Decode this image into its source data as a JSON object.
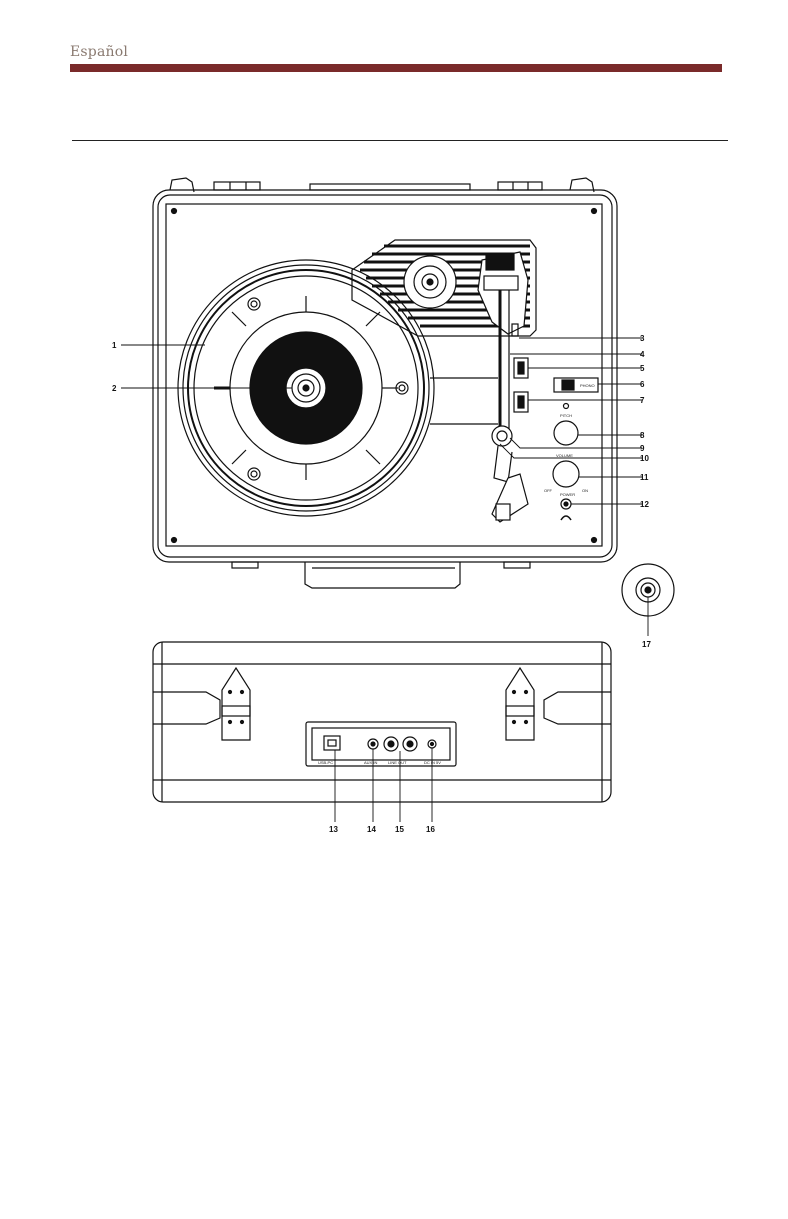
{
  "header": {
    "language": "Español",
    "accent_color": "#7a2a2a"
  },
  "callouts": [
    "1",
    "2",
    "3",
    "4",
    "5",
    "6",
    "7",
    "8",
    "9",
    "10",
    "11",
    "12",
    "13",
    "14",
    "15",
    "16",
    "17"
  ],
  "panel_labels": {
    "pitch": "PITCH",
    "volume": "VOLUME",
    "off": "OFF",
    "on": "ON",
    "power": "POWER",
    "phono": "PHONO",
    "usb_pc": "USB-PC",
    "aux_in": "AUX IN",
    "line_out": "LINE OUT",
    "dc_in": "DC IN 5V"
  }
}
